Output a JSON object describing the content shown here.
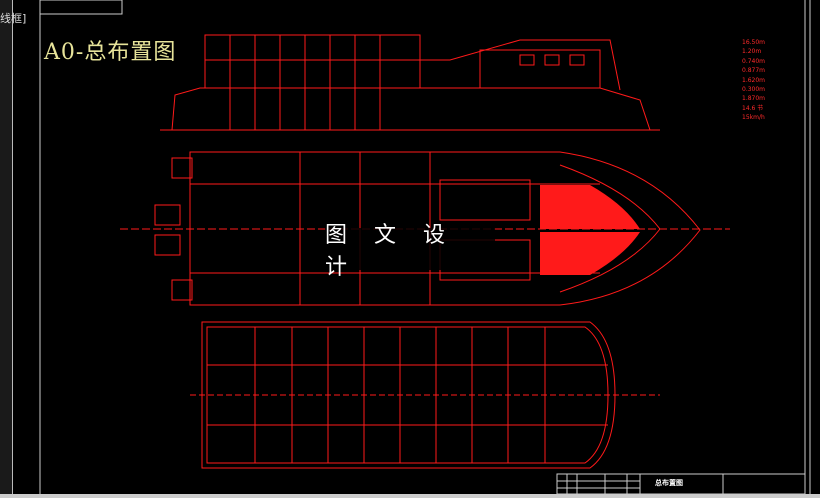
{
  "viewport_label": "线框]",
  "drawing_title": "A0-总布置图",
  "watermark": "图 文 设 计",
  "specs": {
    "values": [
      "16.50m",
      "1.20m",
      "0.740m",
      "0.877m",
      "1.620m",
      "0.300m",
      "1.870m",
      "14.6 节",
      "15km/h"
    ]
  },
  "title_block": {
    "name": "总布置图"
  },
  "colors": {
    "drawing": "#ff1a1a",
    "title": "#e8e49a",
    "frame": "#ffffff",
    "background": "#000000"
  }
}
